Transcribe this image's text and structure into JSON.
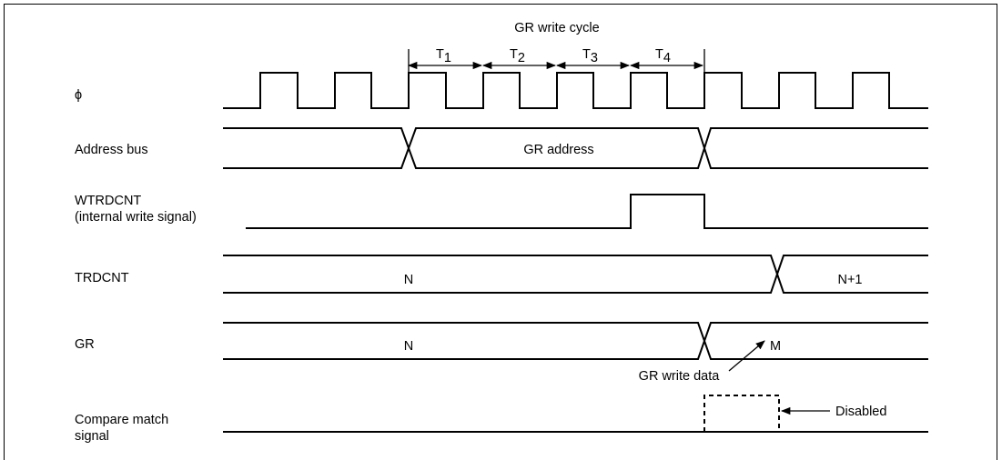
{
  "title": "GR write cycle",
  "periods": [
    {
      "base": "T",
      "sub": "1"
    },
    {
      "base": "T",
      "sub": "2"
    },
    {
      "base": "T",
      "sub": "3"
    },
    {
      "base": "T",
      "sub": "4"
    }
  ],
  "signals": {
    "phi": "ϕ",
    "address_bus": "Address bus",
    "wtrdcnt_line1": "WTRDCNT",
    "wtrdcnt_line2": "(internal write signal)",
    "trdcnt": "TRDCNT",
    "gr": "GR",
    "compare_line1": "Compare match",
    "compare_line2": "signal"
  },
  "values": {
    "gr_address": "GR address",
    "trdcnt_before": "N",
    "trdcnt_after": "N+1",
    "gr_before": "N",
    "gr_after": "M"
  },
  "annotations": {
    "gr_write_data": "GR write data",
    "disabled": "Disabled"
  }
}
